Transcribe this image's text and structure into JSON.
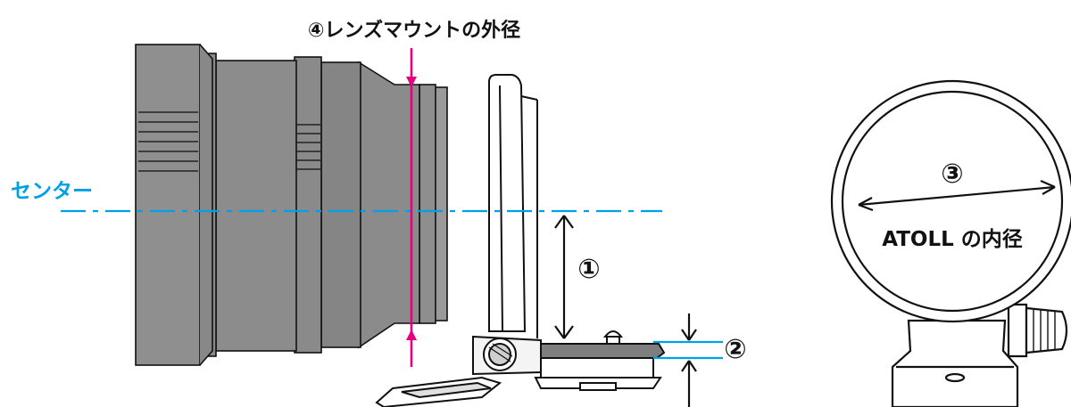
{
  "labels": {
    "lens_mount_outer_diameter": "④レンズマウントの外径",
    "center": "センター",
    "dim_1": "①",
    "dim_2": "②",
    "dim_3": "③",
    "atoll_inner_diameter": "ATOLL の内径"
  },
  "colors": {
    "magenta": "#e4007f",
    "cyan": "#00a0e9",
    "lens_gray": "#8f8f8f",
    "lens_gray_dark": "#7a7a7a",
    "line": "#111111"
  }
}
